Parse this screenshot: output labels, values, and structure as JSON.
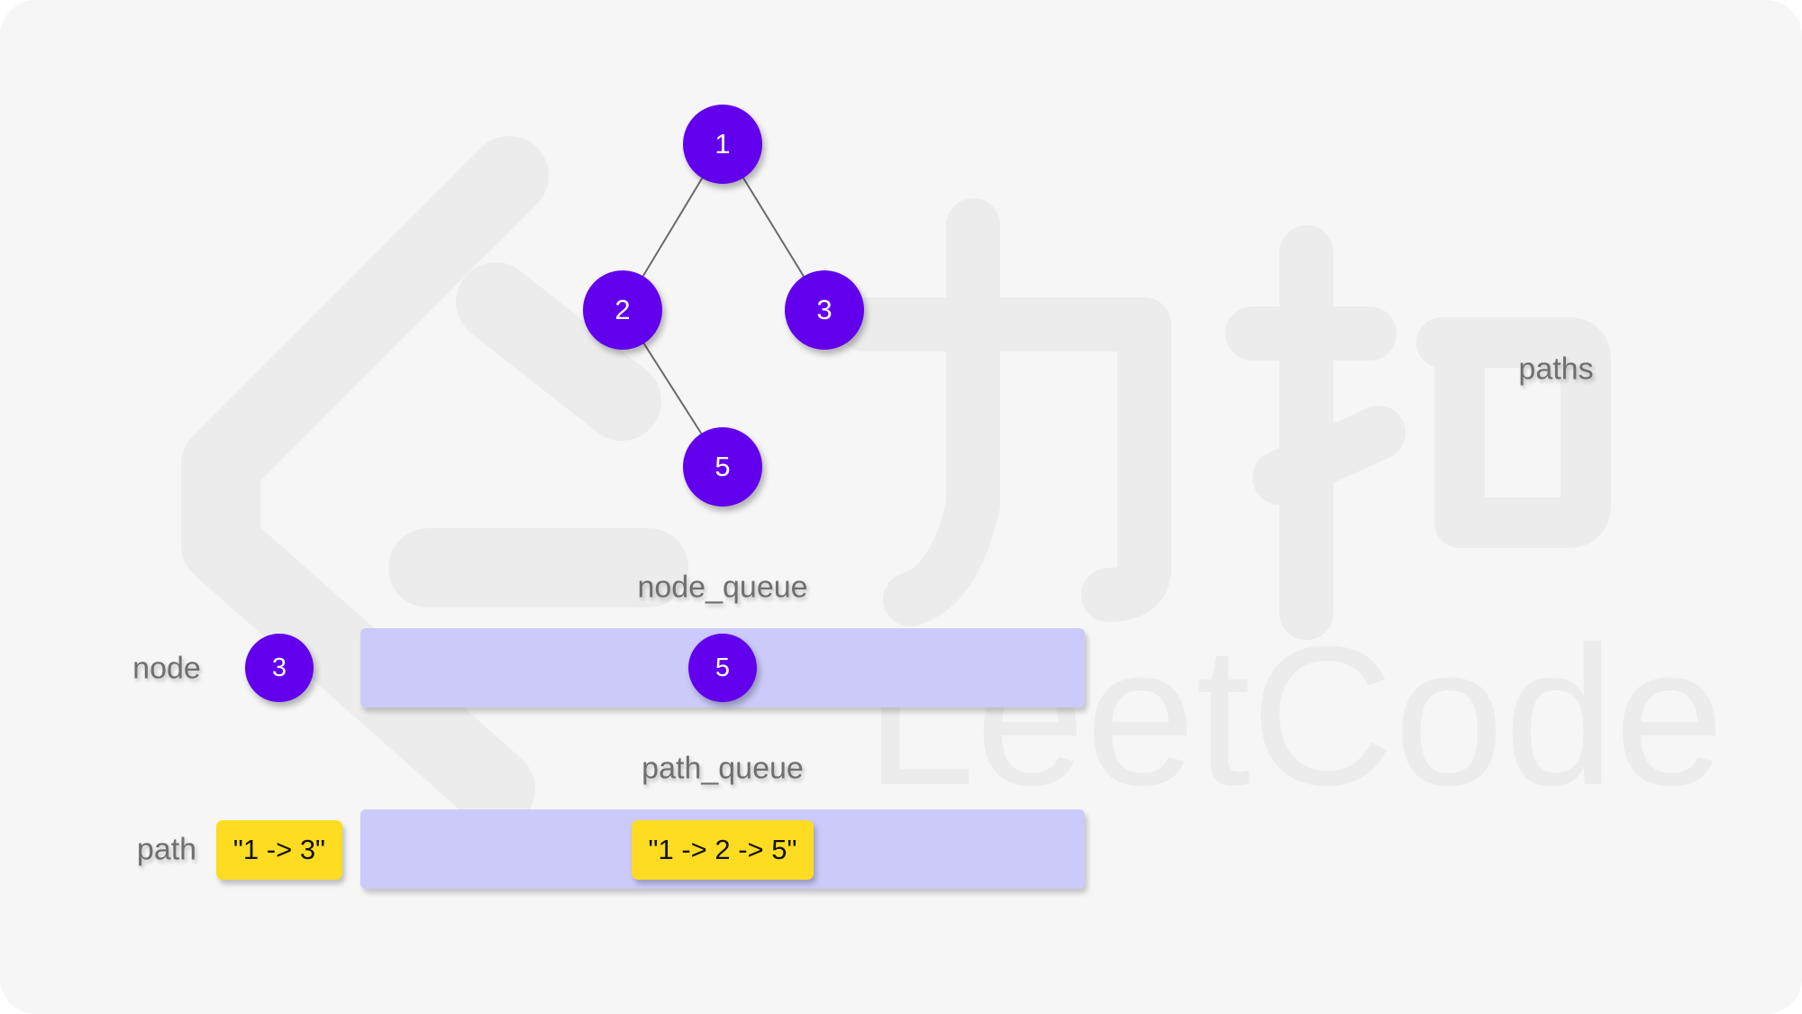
{
  "tree": {
    "nodes": [
      {
        "id": "n1",
        "value": "1"
      },
      {
        "id": "n2",
        "value": "2"
      },
      {
        "id": "n3",
        "value": "3"
      },
      {
        "id": "n5",
        "value": "5"
      }
    ],
    "edges": [
      {
        "from": "1",
        "to": "2"
      },
      {
        "from": "1",
        "to": "3"
      },
      {
        "from": "2",
        "to": "5"
      }
    ]
  },
  "labels": {
    "paths": "paths",
    "node_queue": "node_queue",
    "node": "node",
    "path_queue": "path_queue",
    "path": "path"
  },
  "current": {
    "node": "3",
    "path": "\"1 -> 3\""
  },
  "node_queue": {
    "items": [
      "5"
    ]
  },
  "path_queue": {
    "items": [
      "\"1 -> 2 -> 5\""
    ]
  },
  "colors": {
    "background": "#f6f6f6",
    "node_fill": "#6200ee",
    "queue_fill": "#cbcafa",
    "path_chip": "#fedc22",
    "label_text": "#6f6f6f"
  }
}
